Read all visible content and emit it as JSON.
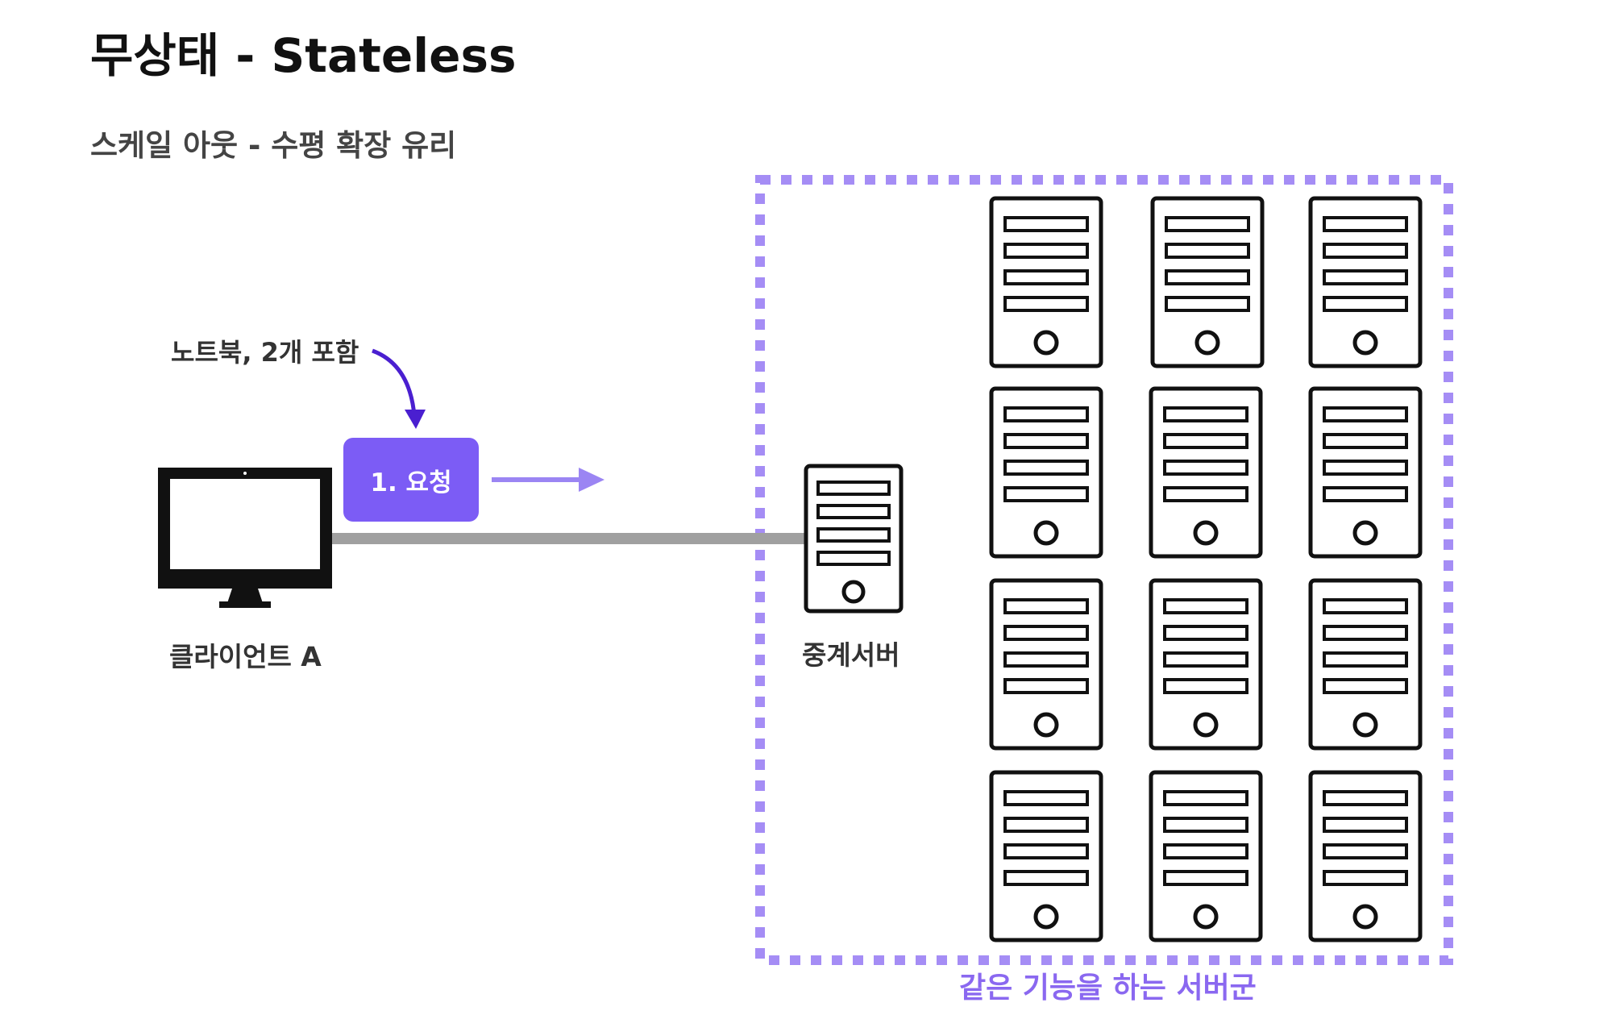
{
  "title": "무상태 - Stateless",
  "subtitle": "스케일 아웃 - 수평 확장 유리",
  "note": "노트북, 2개 포함",
  "request_label": "1. 요청",
  "client_label": "클라이언트 A",
  "relay_label": "중계서버",
  "cluster_label": "같은 기능을 하는 서버군",
  "icons": {
    "client": "desktop-monitor-icon",
    "relay": "server-tower-icon",
    "cluster": "server-tower-icon"
  },
  "colors": {
    "accent": "#7c5cf5",
    "arrow_light": "#9b85f3",
    "curved_arrow": "#4a1fd0",
    "cluster_border": "#a58df5",
    "cluster_label": "#8a68f0",
    "connector": "#a0a0a0"
  }
}
